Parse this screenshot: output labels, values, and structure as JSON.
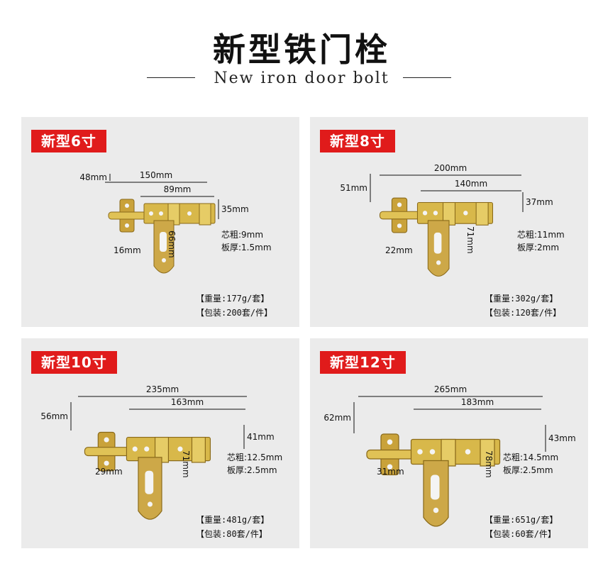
{
  "header": {
    "title": "新型铁门栓",
    "subtitle": "New iron door bolt"
  },
  "colors": {
    "accent": "#e01b1b",
    "panel_bg": "#ebebeb",
    "metal": "#d8b84a"
  },
  "products": [
    {
      "tag": "新型6寸",
      "dims": {
        "total": "150mm",
        "plate": "89mm",
        "height": "48mm",
        "plate_h": "35mm",
        "base": "16mm",
        "drop": "66mm",
        "core": "芯粗:9mm",
        "thick": "板厚:1.5mm"
      },
      "weight": "【重量:177g/套】",
      "pack": "【包装:200套/件】"
    },
    {
      "tag": "新型8寸",
      "dims": {
        "total": "200mm",
        "plate": "140mm",
        "height": "51mm",
        "plate_h": "37mm",
        "base": "22mm",
        "drop": "71mm",
        "core": "芯粗:11mm",
        "thick": "板厚:2mm"
      },
      "weight": "【重量:302g/套】",
      "pack": "【包装:120套/件】"
    },
    {
      "tag": "新型10寸",
      "dims": {
        "total": "235mm",
        "plate": "163mm",
        "height": "56mm",
        "plate_h": "41mm",
        "base": "29mm",
        "drop": "71mm",
        "core": "芯粗:12.5mm",
        "thick": "板厚:2.5mm"
      },
      "weight": "【重量:481g/套】",
      "pack": "【包装:80套/件】"
    },
    {
      "tag": "新型12寸",
      "dims": {
        "total": "265mm",
        "plate": "183mm",
        "height": "62mm",
        "plate_h": "43mm",
        "base": "31mm",
        "drop": "78mm",
        "core": "芯粗:14.5mm",
        "thick": "板厚:2.5mm"
      },
      "weight": "【重量:651g/套】",
      "pack": "【包装:60套/件】"
    }
  ]
}
